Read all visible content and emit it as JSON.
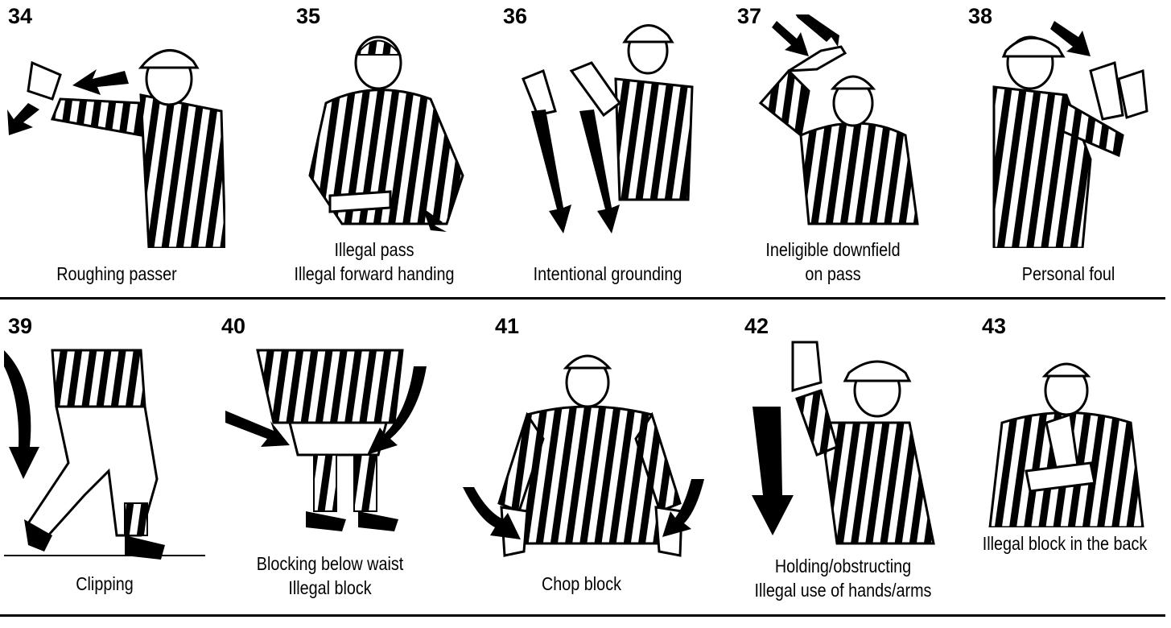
{
  "colors": {
    "ink": "#000000",
    "paper": "#ffffff"
  },
  "signals": [
    {
      "number": "34",
      "caption": [
        "Roughing passer"
      ]
    },
    {
      "number": "35",
      "caption": [
        "Illegal  pass",
        "Illegal forward  handing"
      ]
    },
    {
      "number": "36",
      "caption": [
        "Intentional grounding"
      ]
    },
    {
      "number": "37",
      "caption": [
        "Ineligible  downfield",
        "on pass"
      ]
    },
    {
      "number": "38",
      "caption": [
        "Personal foul"
      ]
    },
    {
      "number": "39",
      "caption": [
        "Clipping"
      ]
    },
    {
      "number": "40",
      "caption": [
        "Blocking  below waist",
        "Illegal  block"
      ]
    },
    {
      "number": "41",
      "caption": [
        "Chop  block"
      ]
    },
    {
      "number": "42",
      "caption": [
        "Holding/obstructing",
        "Illegal  use of hands/arms"
      ]
    },
    {
      "number": "43",
      "caption": [
        "Illegal  block  in  the back"
      ]
    }
  ]
}
